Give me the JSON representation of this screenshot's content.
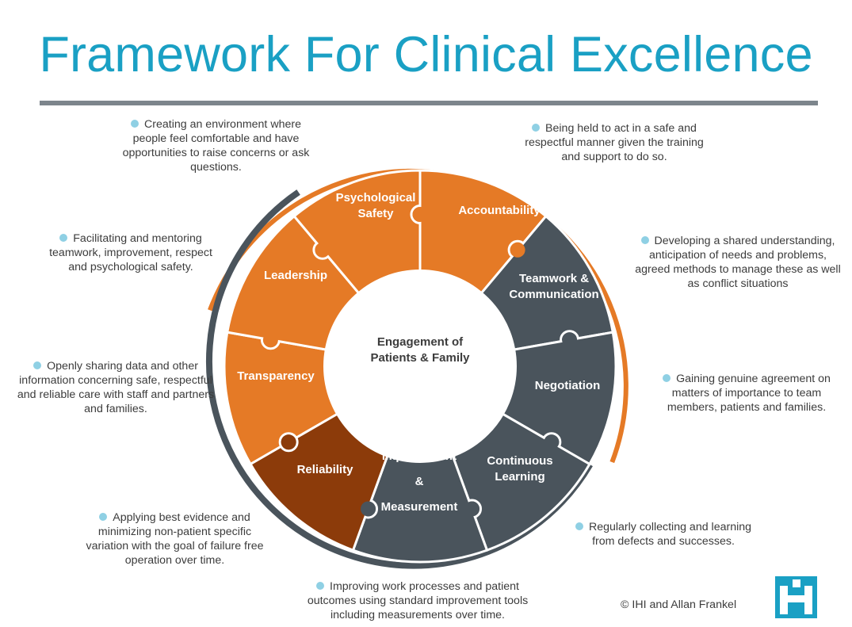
{
  "title": "Framework For Clinical Excellence",
  "center_label": [
    "Engagement of",
    "Patients & Family"
  ],
  "colors": {
    "title": "#1aa0c4",
    "orange_segment": "#e57a26",
    "dark_orange_segment": "#8c3b0a",
    "gray_segment": "#4a545c",
    "outer_orange_arc": "#e57a26",
    "outer_gray_arc": "#4a545c",
    "bullet": "#8fd0e4"
  },
  "segments": [
    {
      "label": [
        "Psychological",
        "Safety"
      ],
      "color": "orange"
    },
    {
      "label": [
        "Accountability"
      ],
      "color": "orange"
    },
    {
      "label": [
        "Teamwork &",
        "Communication"
      ],
      "color": "orange"
    },
    {
      "label": [
        "Negotiation"
      ],
      "color": "orange"
    },
    {
      "label": [
        "Continuous",
        "Learning"
      ],
      "color": "gray"
    },
    {
      "label": [
        "Improvement",
        "&",
        "Measurement"
      ],
      "color": "gray"
    },
    {
      "label": [
        "Reliability"
      ],
      "color": "gray"
    },
    {
      "label": [
        "Transparency"
      ],
      "color": "gray"
    },
    {
      "label": [
        "Leadership"
      ],
      "color": "dark_orange"
    }
  ],
  "notes": {
    "psychological_safety": "Creating an environment where people feel comfortable and have opportunities to raise concerns or ask questions.",
    "accountability": "Being held to act in a safe and respectful manner given the training and support to do so.",
    "teamwork": "Developing a shared understanding, anticipation of needs and problems, agreed methods to manage these as well as conflict situations",
    "negotiation": "Gaining genuine agreement on matters of importance to team members, patients and families.",
    "continuous_learning": "Regularly collecting and learning from defects and successes.",
    "improvement": "Improving work processes and patient outcomes using standard improvement tools including measurements over time.",
    "reliability": "Applying best evidence and minimizing non-patient specific variation with the goal of failure free operation over time.",
    "transparency": "Openly sharing data and other information concerning safe, respectful and reliable care with staff and partners and families.",
    "leadership": "Facilitating and mentoring teamwork, improvement, respect and psychological safety."
  },
  "copyright": "©  IHI and Allan Frankel",
  "logo_icon": "ihi-logo-icon"
}
